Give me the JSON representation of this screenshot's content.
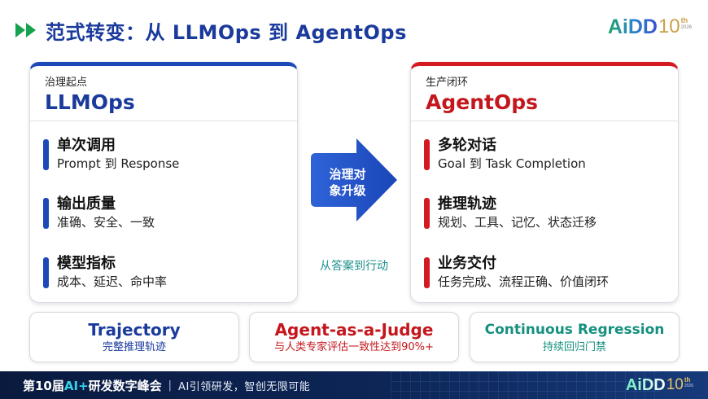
{
  "header": {
    "title": "范式转变：从 LLMOps 到 AgentOps",
    "title_icon": "double-play-arrow-icon",
    "accent": "#1a3a9c",
    "icon_color": "#16a24e"
  },
  "logo": {
    "text": "AiDD",
    "edition": "10",
    "edition_suffix": "th",
    "year": "2026"
  },
  "left_card": {
    "subtitle": "治理起点",
    "name": "LLMOps",
    "accent": "#1d49b8",
    "items": [
      {
        "title": "单次调用",
        "desc": "Prompt 到 Response"
      },
      {
        "title": "输出质量",
        "desc": "准确、安全、一致"
      },
      {
        "title": "模型指标",
        "desc": "成本、延迟、命中率"
      }
    ]
  },
  "right_card": {
    "subtitle": "生产闭环",
    "name": "AgentOps",
    "accent": "#d41920",
    "items": [
      {
        "title": "多轮对话",
        "desc": "Goal 到 Task Completion"
      },
      {
        "title": "推理轨迹",
        "desc": "规划、工具、记忆、状态迁移"
      },
      {
        "title": "业务交付",
        "desc": "任务完成、流程正确、价值闭环"
      }
    ]
  },
  "transition": {
    "label": "治理对象升级",
    "caption": "从答案到行动",
    "arrow_icon": "right-arrow-icon",
    "arrow_color": "#1f52c8"
  },
  "bottom_boxes": [
    {
      "title": "Trajectory",
      "subtitle": "完整推理轨迹",
      "color": "#1a3a9c"
    },
    {
      "title": "Agent-as-a-Judge",
      "subtitle": "与人类专家评估一致性达到90%+",
      "color": "#c4161c"
    },
    {
      "title": "Continuous Regression",
      "subtitle": "持续回归门禁",
      "color": "#15907f"
    }
  ],
  "footer": {
    "event_prefix": "第10届",
    "event_ai": "AI+",
    "event_suffix": "研发数字峰会",
    "separator": "|",
    "slogan": "AI引领研发，智创无限可能"
  }
}
